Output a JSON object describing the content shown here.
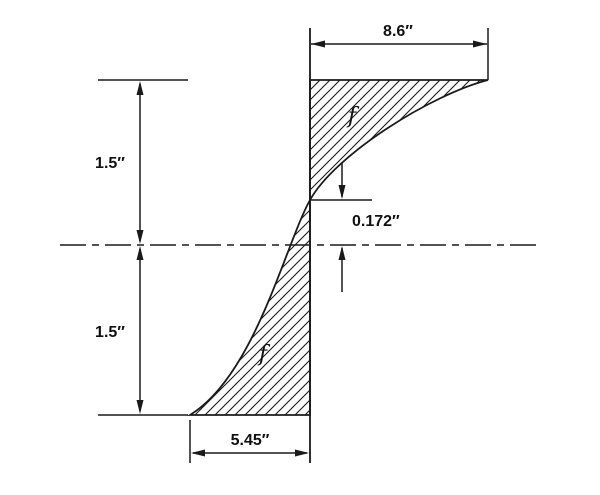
{
  "diagram": {
    "description": "Stress distribution diagram over a beam cross-section depth with curved (S-shaped) stress profile and hatched stress blocks",
    "dimensions": {
      "top_width": "8.6″",
      "upper_height": "1.5″",
      "lower_height": "1.5″",
      "neutral_axis_offset": "0.172″",
      "bottom_width": "5.45″"
    },
    "labels": {
      "stress_upper": "f",
      "stress_lower": "f"
    },
    "colors": {
      "line": "#1a1a1a",
      "background": "#ffffff"
    }
  }
}
